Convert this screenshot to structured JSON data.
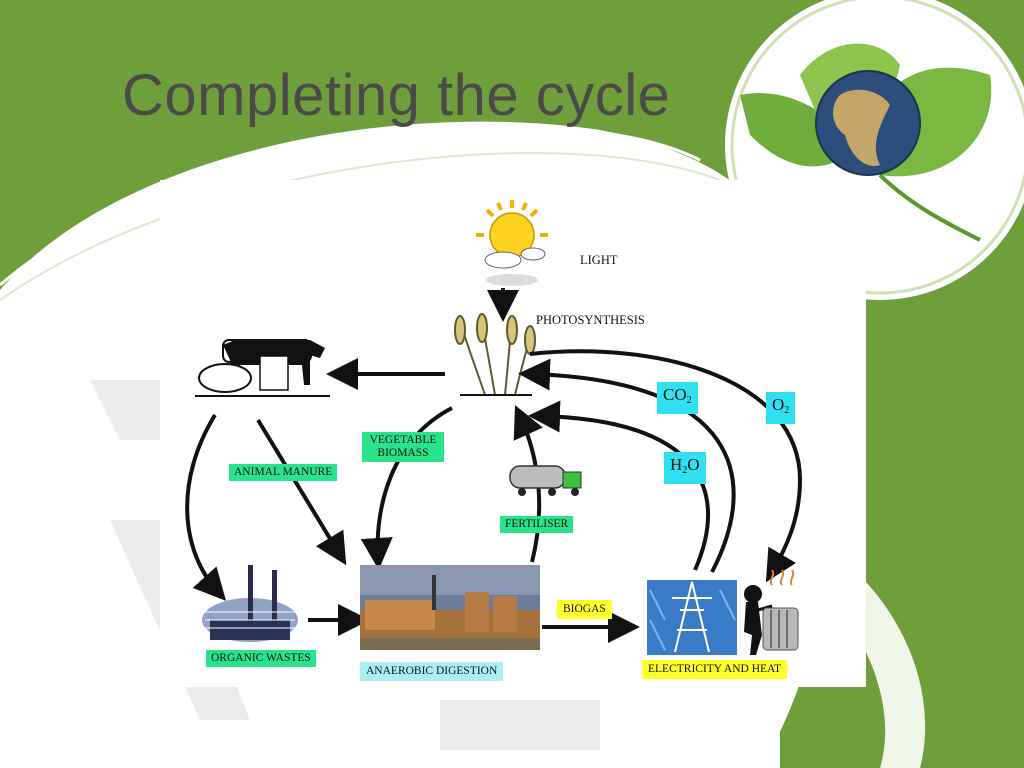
{
  "slide": {
    "title": "Completing the cycle"
  },
  "diagram": {
    "labels": {
      "light": "LIGHT",
      "photosynthesis": "PHOTOSYNTHESIS",
      "vegetable_biomass_line1": "VEGETABLE",
      "vegetable_biomass_line2": "BIOMASS",
      "animal_manure": "ANIMAL MANURE",
      "fertiliser": "FERTILISER",
      "organic_wastes": "ORGANIC WASTES",
      "anaerobic_digestion": "ANAEROBIC DIGESTION",
      "biogas": "BIOGAS",
      "electricity_and_heat": "ELECTRICITY AND HEAT",
      "co2_base": "CO",
      "co2_sub": "2",
      "o2_base": "O",
      "o2_sub": "2",
      "h2o_h": "H",
      "h2o_sub": "2",
      "h2o_o": "O"
    },
    "icons": [
      "sun-icon",
      "wheat-icon",
      "livestock-icon",
      "tanker-truck-icon",
      "factory-icon",
      "digester-plant-icon",
      "power-pylon-icon",
      "radiator-person-icon",
      "globe-leaf-icon"
    ],
    "colors": {
      "background_green": "#6f9f3a",
      "label_green": "#29e38a",
      "label_cyan": "#30e0f0",
      "label_light_cyan": "#a9f0f5",
      "label_yellow": "#ffff2a"
    }
  }
}
